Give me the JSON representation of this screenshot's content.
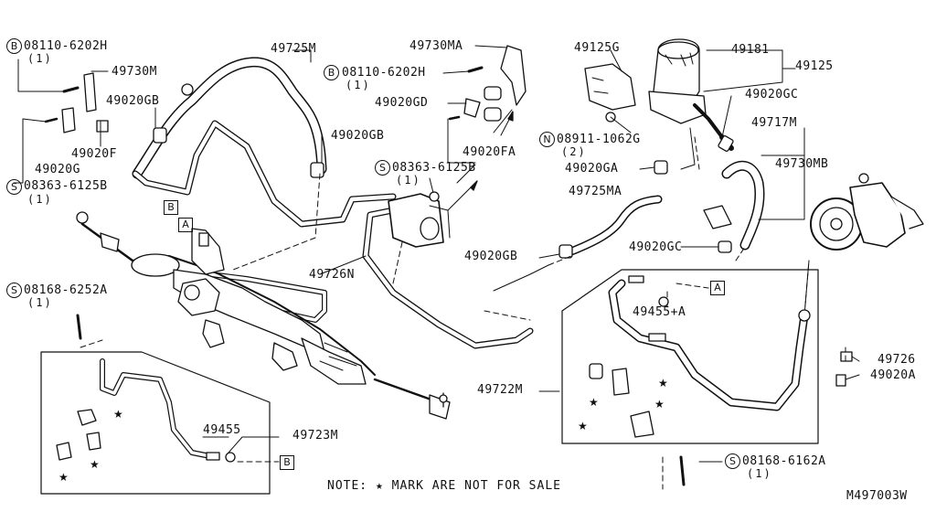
{
  "diagram": {
    "drawing_code": "M497003W",
    "note": {
      "prefix": "NOTE:",
      "star": "★",
      "text": "MARK ARE NOT FOR SALE"
    },
    "markers": {
      "B": "B",
      "S": "S",
      "N": "N",
      "A": "A"
    },
    "parts": {
      "p08110_a": "08110-6202H",
      "p49730M": "49730M",
      "p49020GB_a": "49020GB",
      "p49020F": "49020F",
      "p49020G": "49020G",
      "p08363_a": "08363-6125B",
      "p49725M": "49725M",
      "p49020GB_b": "49020GB",
      "p49730MA": "49730MA",
      "p08110_b": "08110-6202H",
      "p49020GD": "49020GD",
      "p49020FA": "49020FA",
      "p08363_b": "08363-6125B",
      "p49125G": "49125G",
      "p49181": "49181",
      "p49125": "49125",
      "p49020GC_a": "49020GC",
      "p08911": "08911-1062G",
      "p49717M": "49717M",
      "p49730MB": "49730MB",
      "p49020GA": "49020GA",
      "p49725MA": "49725MA",
      "p49020GB_c": "49020GB",
      "p49020GC_b": "49020GC",
      "p08168_a": "08168-6252A",
      "p49726N": "49726N",
      "p49455A": "49455+A",
      "p49726": "49726",
      "p49020A": "49020A",
      "p49722M": "49722M",
      "p49455": "49455",
      "p49723M": "49723M",
      "p08168_b": "08168-6162A"
    },
    "quantities": {
      "q08110_a": "(1)",
      "q08363_a": "(1)",
      "q08110_b": "(1)",
      "q08363_b": "(1)",
      "q08911": "(2)",
      "q08168_a": "(1)",
      "q08168_b": "(1)"
    }
  }
}
